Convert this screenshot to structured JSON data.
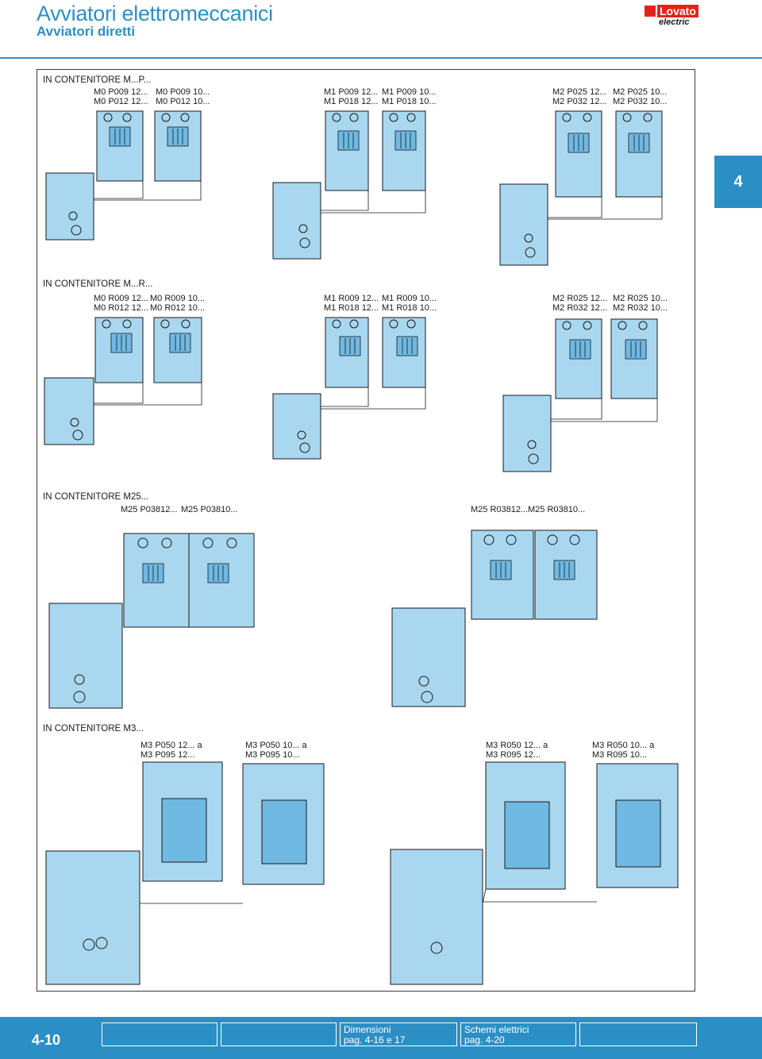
{
  "header": {
    "title": "Avviatori elettromeccanici",
    "subtitle": "Avviatori diretti",
    "logo_brand": "Lovato",
    "logo_sub": "electric"
  },
  "chapter_tab": "4",
  "sections": [
    {
      "heading": "IN CONTENITORE M...P...",
      "labels": [
        {
          "line1": "M0 P009 12...",
          "line2": "M0 P012 12..."
        },
        {
          "line1": "M0 P009 10...",
          "line2": "M0 P012 10..."
        },
        {
          "line1": "M1 P009 12...",
          "line2": "M1 P018 12..."
        },
        {
          "line1": "M1 P009 10...",
          "line2": "M1 P018 10..."
        },
        {
          "line1": "M2 P025 12...",
          "line2": "M2 P032 12..."
        },
        {
          "line1": "M2 P025 10...",
          "line2": "M2 P032 10..."
        }
      ]
    },
    {
      "heading": "IN CONTENITORE M...R...",
      "labels": [
        {
          "line1": "M0 R009 12...",
          "line2": "M0 R012 12..."
        },
        {
          "line1": "M0 R009 10...",
          "line2": "M0 R012 10..."
        },
        {
          "line1": "M1 R009 12...",
          "line2": "M1 R018 12..."
        },
        {
          "line1": "M1 R009 10...",
          "line2": "M1 R018 10..."
        },
        {
          "line1": "M2 R025 12...",
          "line2": "M2 R032 12..."
        },
        {
          "line1": "M2 R025 10...",
          "line2": "M2 R032 10..."
        }
      ]
    },
    {
      "heading": "IN CONTENITORE M25...",
      "labels": [
        {
          "line1": "M25 P03812...",
          "line2": ""
        },
        {
          "line1": "M25 P03810...",
          "line2": ""
        },
        {
          "line1": "M25 R03812...",
          "line2": ""
        },
        {
          "line1": "M25 R03810...",
          "line2": ""
        }
      ]
    },
    {
      "heading": "IN CONTENITORE M3...",
      "labels": [
        {
          "line1": "M3 P050 12... a",
          "line2": "M3 P095 12..."
        },
        {
          "line1": "M3 P050 10... a",
          "line2": "M3 P095 10..."
        },
        {
          "line1": "M3 R050 12... a",
          "line2": "M3 R095 12..."
        },
        {
          "line1": "M3 R050 10... a",
          "line2": "M3 R095 10..."
        }
      ]
    }
  ],
  "footer": {
    "page_number": "4-10",
    "nav_boxes": [
      {
        "line1": "",
        "line2": ""
      },
      {
        "line1": "",
        "line2": ""
      },
      {
        "line1": "Dimensioni",
        "line2": "pag. 4-16 e 17"
      },
      {
        "line1": "Schemi elettrici",
        "line2": "pag. 4-20"
      },
      {
        "line1": "",
        "line2": ""
      }
    ]
  },
  "colors": {
    "accent": "#2b8fc6",
    "enclosure_fill": "#a9d7f0",
    "logo_red": "#e3231b"
  }
}
